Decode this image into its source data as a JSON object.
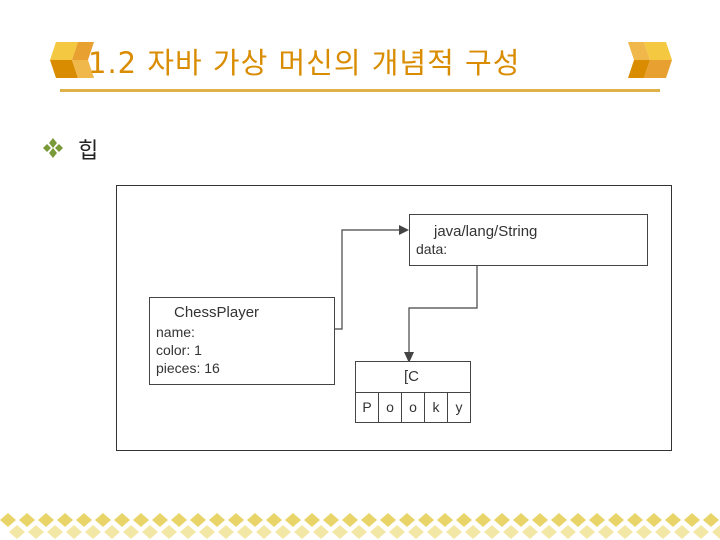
{
  "title": "1.2 자바 가상 머신의 개념적 구성",
  "bullet": "힙",
  "diagram": {
    "string_object": {
      "class_name": "java/lang/String",
      "field": "data:"
    },
    "player_object": {
      "class_name": "ChessPlayer",
      "fields": [
        "name:",
        "color: 1",
        "pieces: 16"
      ]
    },
    "char_array": {
      "type_label": "[C",
      "cells": [
        "P",
        "o",
        "o",
        "k",
        "y"
      ]
    }
  },
  "colors": {
    "title": "#d98c00",
    "rule": "#e0b04a",
    "cube_light": "#f5c842",
    "cube_dark": "#d98c00"
  }
}
